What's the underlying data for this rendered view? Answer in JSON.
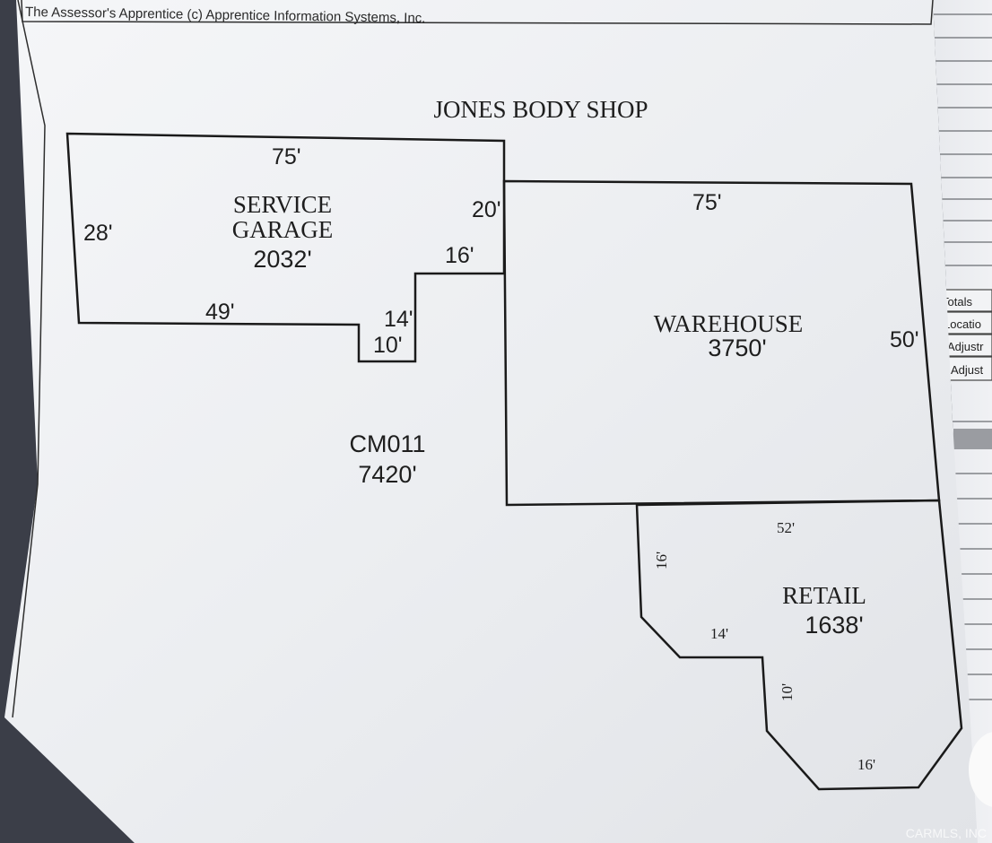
{
  "header": {
    "text": "The Assessor's Apprentice (c) Apprentice Information Systems, Inc."
  },
  "title": "JONES BODY SHOP",
  "sections": {
    "service_garage": {
      "line1": "SERVICE",
      "line2": "GARAGE",
      "area": "2032'"
    },
    "warehouse": {
      "name": "WAREHOUSE",
      "area": "3750'"
    },
    "cm011": {
      "code": "CM011",
      "area": "7420'"
    },
    "retail": {
      "name": "RETAIL",
      "area": "1638'"
    }
  },
  "dimensions": {
    "garage_top": "75'",
    "garage_left": "28'",
    "garage_right": "20'",
    "garage_notch_top": "16'",
    "garage_bottom": "49'",
    "notch_side": "14'",
    "notch_bottom": "10'",
    "warehouse_top": "75'",
    "warehouse_right": "50'",
    "retail_top": "52'",
    "retail_left": "16'",
    "retail_step": "14'",
    "retail_drop": "10'",
    "retail_bottom": "16'"
  },
  "side_table": {
    "rows": [
      "Totals",
      "Locatio",
      "Adjustr",
      "Adjust"
    ]
  },
  "watermark": "CARMLS, INC"
}
